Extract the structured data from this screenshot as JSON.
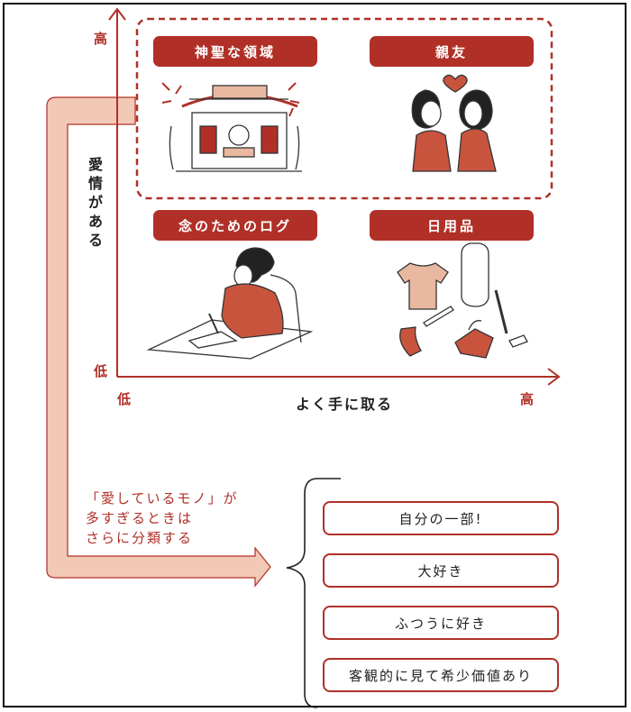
{
  "axes": {
    "y_high": "高",
    "y_low": "低",
    "x_low": "低",
    "x_high": "高",
    "x_label": "よく手に取る",
    "y_label": "愛情がある"
  },
  "quadrants": [
    {
      "label": "神聖な領域",
      "icon": "shrine-illustration"
    },
    {
      "label": "親友",
      "icon": "friends-illustration"
    },
    {
      "label": "念のためのログ",
      "icon": "writing-person-illustration"
    },
    {
      "label": "日用品",
      "icon": "daily-goods-illustration"
    }
  ],
  "note": {
    "line1": "「愛しているモノ」が",
    "line2": "多すぎるときは",
    "line3": "さらに分類する"
  },
  "options": [
    "自分の一部!",
    "大好き",
    "ふつうに好き",
    "客観的に見て希少価値あり"
  ],
  "colors": {
    "accent": "#b03028",
    "arrow_fill": "#f2c9b6"
  }
}
